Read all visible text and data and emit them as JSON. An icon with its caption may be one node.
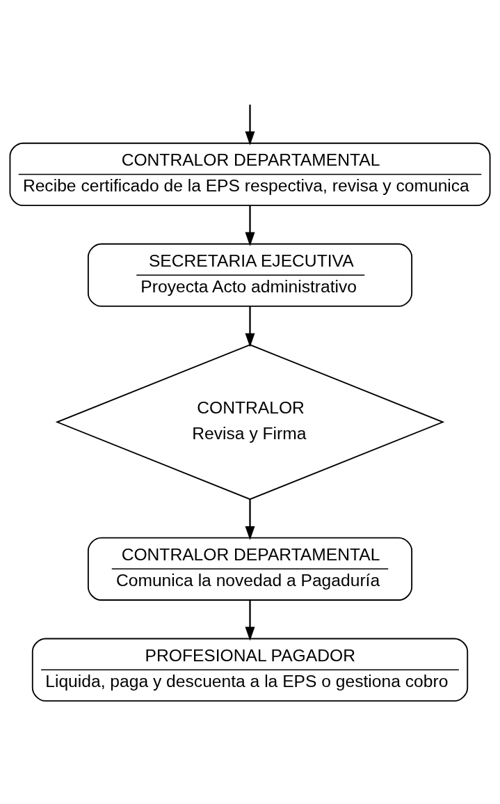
{
  "diagram": {
    "nodes": [
      {
        "text": [
          "CONTRALOR DEPARTAMENTAL",
          "Recibe certificado de la EPS respectiva, revisa y comunica"
        ]
      },
      {
        "text": [
          "SECRETARIA EJECUTIVA",
          "Proyecta Acto administrativo"
        ]
      },
      {
        "text": [
          "CONTRALOR",
          "Revisa y Firma"
        ]
      },
      {
        "text": [
          "CONTRALOR DEPARTAMENTAL",
          "Comunica la novedad a Pagaduría"
        ]
      },
      {
        "text": [
          "PROFESIONAL PAGADOR",
          "Liquida, paga y descuenta a la EPS o gestiona cobro"
        ]
      }
    ],
    "edges": [
      {
        "from": null,
        "to": 0,
        "arrow": "to"
      },
      {
        "from": 0,
        "to": 1,
        "arrow": "to"
      },
      {
        "from": 1,
        "to": 2,
        "arrow": "to"
      },
      {
        "from": 2,
        "to": 3,
        "arrow": "to"
      },
      {
        "from": 3,
        "to": 4,
        "arrow": "to"
      }
    ]
  }
}
